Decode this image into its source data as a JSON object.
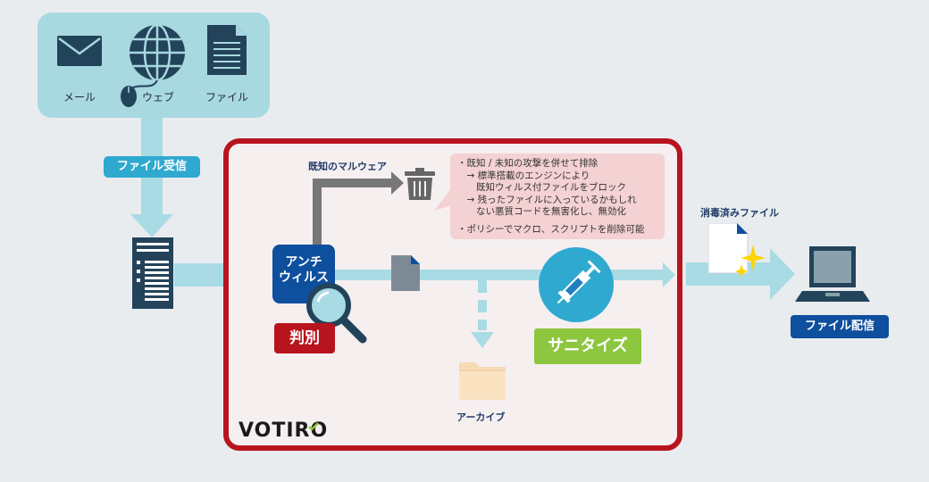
{
  "sources": {
    "mail": "メール",
    "web": "ウェブ",
    "file": "ファイル"
  },
  "receive_label": "ファイル受信",
  "known_malware_label": "既知のマルウェア",
  "note_lines": [
    "・既知 / 未知の攻撃を併せて排除",
    "　→ 標準搭載のエンジンにより",
    "　　既知ウィルス付ファイルをブロック",
    "　→ 残ったファイルに入っているかもしれ",
    "　　ない悪質コードを無害化し、無効化",
    "",
    "・ポリシーでマクロ、スクリプトを削除可能"
  ],
  "antivirus_label": "アンチ ウィルス",
  "antivirus_line1": "アンチ",
  "antivirus_line2": "ウィルス",
  "hanbetsu_label": "判別",
  "sanitize_label": "サニタイズ",
  "archive_label": "アーカイブ",
  "sanitized_file_label": "消毒済みファイル",
  "deliver_label": "ファイル配信",
  "logo_text": "VOTIRO",
  "colors": {
    "frame": "#b8141e",
    "blue": "#0e4f9e",
    "green": "#8dc63f",
    "light_cyan": "#a8d8e0",
    "flow": "#a9dbe4"
  }
}
